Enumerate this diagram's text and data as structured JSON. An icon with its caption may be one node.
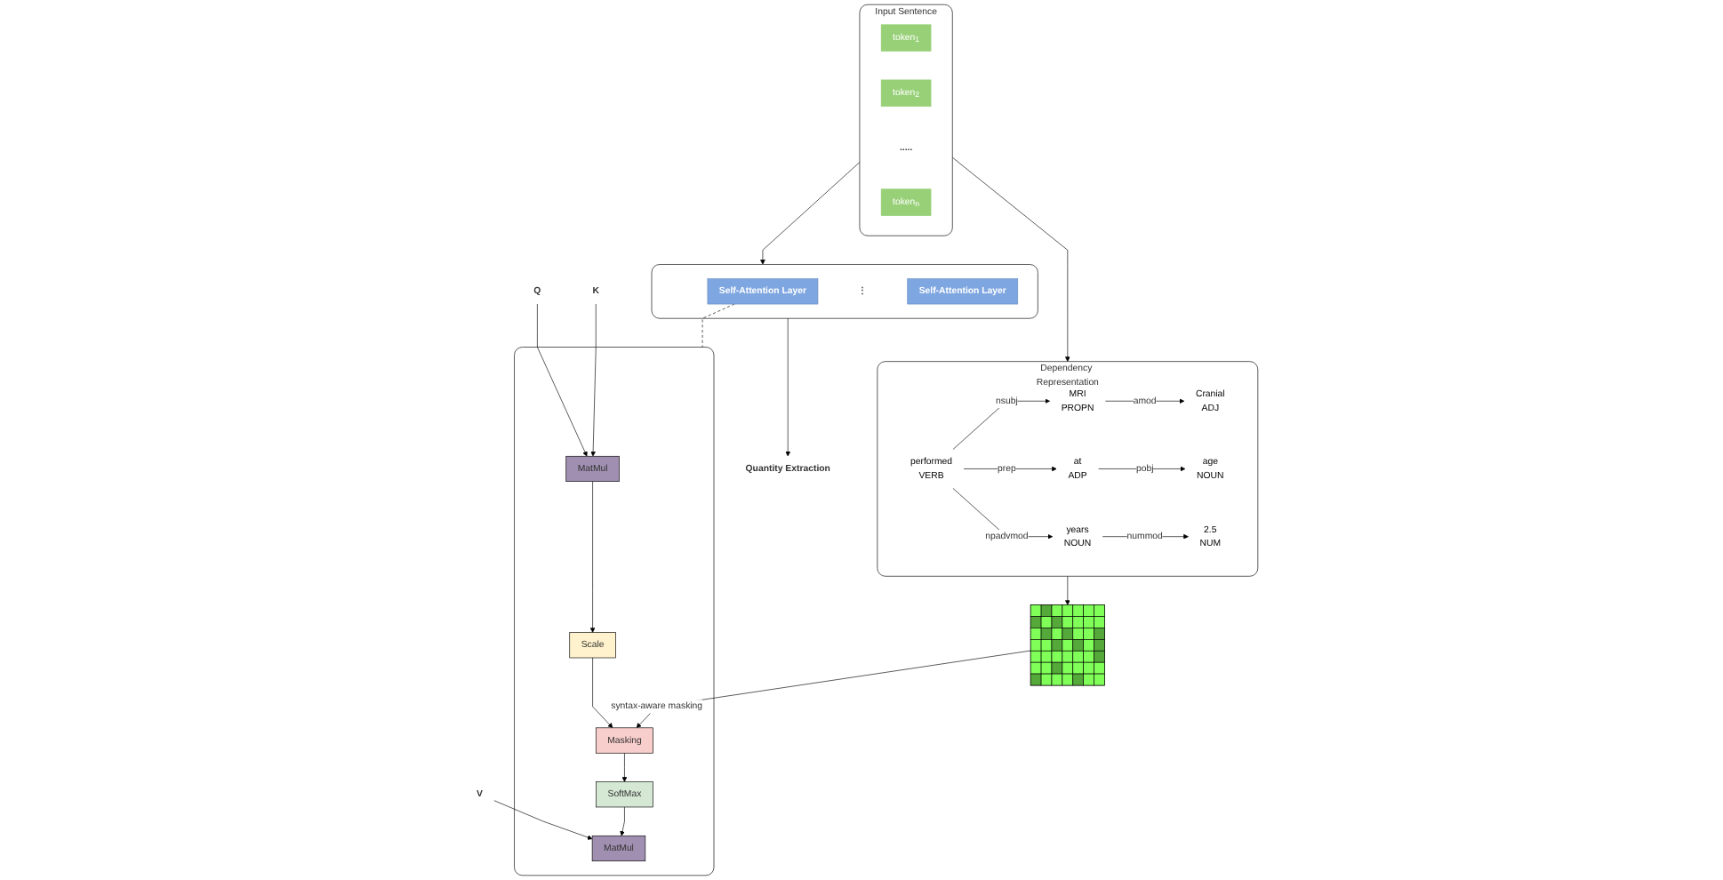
{
  "diagram": {
    "nodes": [
      {
        "text": [
          "Input Sentence"
        ]
      },
      {
        "text": [
          "token$_{1}$"
        ],
        "in": 0
      },
      {
        "text": [
          "token$_{2}$"
        ],
        "in": 0
      },
      {
        "text": [
          "....."
        ],
        "in": 0
      },
      {
        "text": [
          "token$_{n}$"
        ],
        "in": 0
      },
      {
        "text": [
          "Dependency Representation"
        ]
      },
      {
        "text": [
          "Cranial",
          "ADJ"
        ],
        "in": 5
      },
      {
        "text": [
          "MRI",
          "PROPN"
        ],
        "in": 5
      },
      {
        "text": [
          "performed",
          "VERB"
        ],
        "in": 5
      },
      {
        "text": [
          "at",
          "ADP"
        ],
        "in": 5
      },
      {
        "text": [
          "age",
          "NOUN"
        ],
        "in": 5
      },
      {
        "text": [
          "2.5",
          "NUM"
        ],
        "in": 5
      },
      {
        "text": [
          "years",
          "NOUN"
        ],
        "in": 5
      },
      {
        "text": [
          "Q"
        ]
      },
      {
        "text": [
          "K"
        ]
      },
      {
        "text": [
          "V"
        ]
      },
      {
        "text": [],
        "shape": "box"
      },
      {
        "text": [
          "MatMul"
        ],
        "in": 16
      },
      {
        "text": [
          "Scale"
        ],
        "in": 16
      },
      {
        "text": [
          "Masking"
        ],
        "in": 16
      },
      {
        "text": [
          "SoftMax"
        ],
        "in": 16
      },
      {
        "text": [
          "MatMul"
        ],
        "in": 16
      },
      {
        "text": [],
        "shape": "box"
      },
      {
        "text": [
          "Self-Attention Layer"
        ],
        "in": 22
      },
      {
        "text": [
          "⋮"
        ],
        "in": 22
      },
      {
        "text": [
          "Self-Attention Layer"
        ],
        "in": 22
      },
      {
        "text": [],
        "shape": "picture"
      },
      {
        "text": [
          "Quantity Extraction"
        ]
      }
    ],
    "edges": [
      {
        "from": 0,
        "to": 5,
        "arrow": "to"
      },
      {
        "from": 0,
        "to": 22,
        "arrow": "to"
      },
      {
        "from": 8,
        "to": 7,
        "label": "nsubj",
        "arrow": "to"
      },
      {
        "from": 8,
        "to": 9,
        "label": "prep",
        "arrow": "to"
      },
      {
        "from": 8,
        "to": 12,
        "label": "npadvmod",
        "arrow": "to"
      },
      {
        "from": 7,
        "to": 6,
        "label": "amod",
        "arrow": "to"
      },
      {
        "from": 9,
        "to": 10,
        "label": "pobj",
        "arrow": "to"
      },
      {
        "from": 12,
        "to": 11,
        "label": "nummod",
        "arrow": "to"
      },
      {
        "from": 5,
        "to": 26,
        "arrow": "to"
      },
      {
        "from": 13,
        "to": 17,
        "arrow": "to"
      },
      {
        "from": 14,
        "to": 17,
        "arrow": "to"
      },
      {
        "from": 15,
        "to": 21,
        "arrow": "to"
      },
      {
        "from": 17,
        "to": 18,
        "arrow": "to"
      },
      {
        "from": 18,
        "to": 19,
        "arrow": "to"
      },
      {
        "from": 19,
        "to": 20,
        "arrow": "to"
      },
      {
        "from": 20,
        "to": 21,
        "arrow": "to"
      },
      {
        "from": 26,
        "to": 19,
        "label": "syntax-aware masking",
        "arrow": "to"
      },
      {
        "from": 23,
        "to": 16,
        "arrow": "none",
        "style": "dashed"
      },
      {
        "from": 22,
        "to": 27,
        "arrow": "to"
      }
    ]
  }
}
